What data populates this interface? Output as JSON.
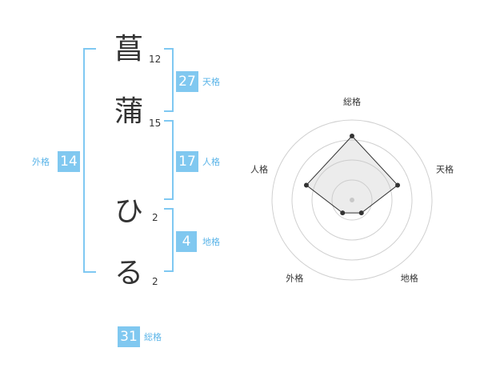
{
  "name": {
    "chars": [
      {
        "char": "菖",
        "strokes": "12"
      },
      {
        "char": "蒲",
        "strokes": "15"
      },
      {
        "char": "ひ",
        "strokes": "2"
      },
      {
        "char": "る",
        "strokes": "2"
      }
    ]
  },
  "scores": {
    "tenkaku": {
      "value": "27",
      "label": "天格"
    },
    "jinkaku": {
      "value": "17",
      "label": "人格"
    },
    "chikaku": {
      "value": "4",
      "label": "地格"
    },
    "gaikaku": {
      "value": "14",
      "label": "外格"
    },
    "soukaku": {
      "value": "31",
      "label": "総格"
    }
  },
  "colors": {
    "accent": "#80c8f0",
    "bracket": "#7fc8f2",
    "accent_text": "#5ab4e8"
  },
  "chart_data": {
    "type": "radar",
    "axes": [
      "総格",
      "天格",
      "地格",
      "外格",
      "人格"
    ],
    "values": [
      4,
      3,
      1,
      1,
      3
    ],
    "rmax": 5,
    "rings": 4
  }
}
